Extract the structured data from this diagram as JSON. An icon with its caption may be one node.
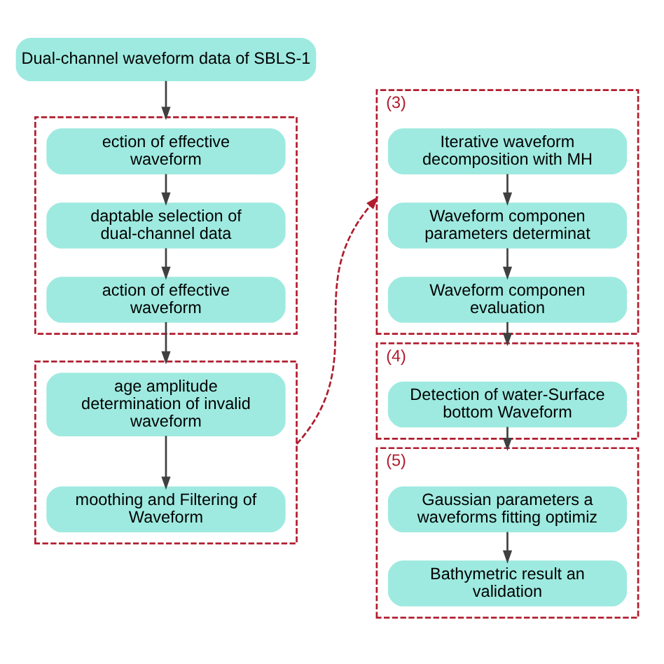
{
  "diagram": {
    "nodes": [
      {
        "text": [
          "Dual-channel waveform data of SBLS-1"
        ]
      },
      {
        "text": [],
        "shape": "box"
      },
      {
        "text": [
          "ection of effective waveform"
        ],
        "in": 1
      },
      {
        "text": [
          "daptable selection of dual-channel data"
        ],
        "in": 1
      },
      {
        "text": [
          "action of effective waveform"
        ],
        "in": 1
      },
      {
        "text": [],
        "shape": "box"
      },
      {
        "text": [
          "age amplitude determination of invalid waveform"
        ],
        "in": 5
      },
      {
        "text": [
          "moothing and Filtering of Waveform"
        ],
        "in": 5
      },
      {
        "text": [
          "(3)"
        ]
      },
      {
        "text": [
          "Iterative waveform decomposition with MH"
        ],
        "in": 8
      },
      {
        "text": [
          "Waveform componen parameters determinat"
        ],
        "in": 8
      },
      {
        "text": [
          "Waveform componen evaluation"
        ],
        "in": 8
      },
      {
        "text": [
          "(4)"
        ]
      },
      {
        "text": [
          "Detection of water-Surface bottom Waveform"
        ],
        "in": 12
      },
      {
        "text": [
          "(5)"
        ]
      },
      {
        "text": [
          "Gaussian parameters a waveforms fitting optimiz"
        ],
        "in": 14
      },
      {
        "text": [
          "Bathymetric result an validation"
        ],
        "in": 14
      }
    ],
    "edges": [
      {
        "from": 0,
        "to": 1,
        "arrow": "to"
      },
      {
        "from": 2,
        "to": 3,
        "arrow": "to"
      },
      {
        "from": 3,
        "to": 4,
        "arrow": "to"
      },
      {
        "from": 4,
        "to": 5,
        "arrow": "to"
      },
      {
        "from": 6,
        "to": 7,
        "arrow": "to"
      },
      {
        "from": 5,
        "to": 8,
        "arrow": "to",
        "style": "dashed",
        "color": "#b01c2e"
      },
      {
        "from": 9,
        "to": 10,
        "arrow": "to"
      },
      {
        "from": 10,
        "to": 11,
        "arrow": "to"
      },
      {
        "from": 11,
        "to": 12,
        "arrow": "to"
      },
      {
        "from": 13,
        "to": 14,
        "arrow": "to"
      },
      {
        "from": 15,
        "to": 16,
        "arrow": "to"
      }
    ]
  }
}
